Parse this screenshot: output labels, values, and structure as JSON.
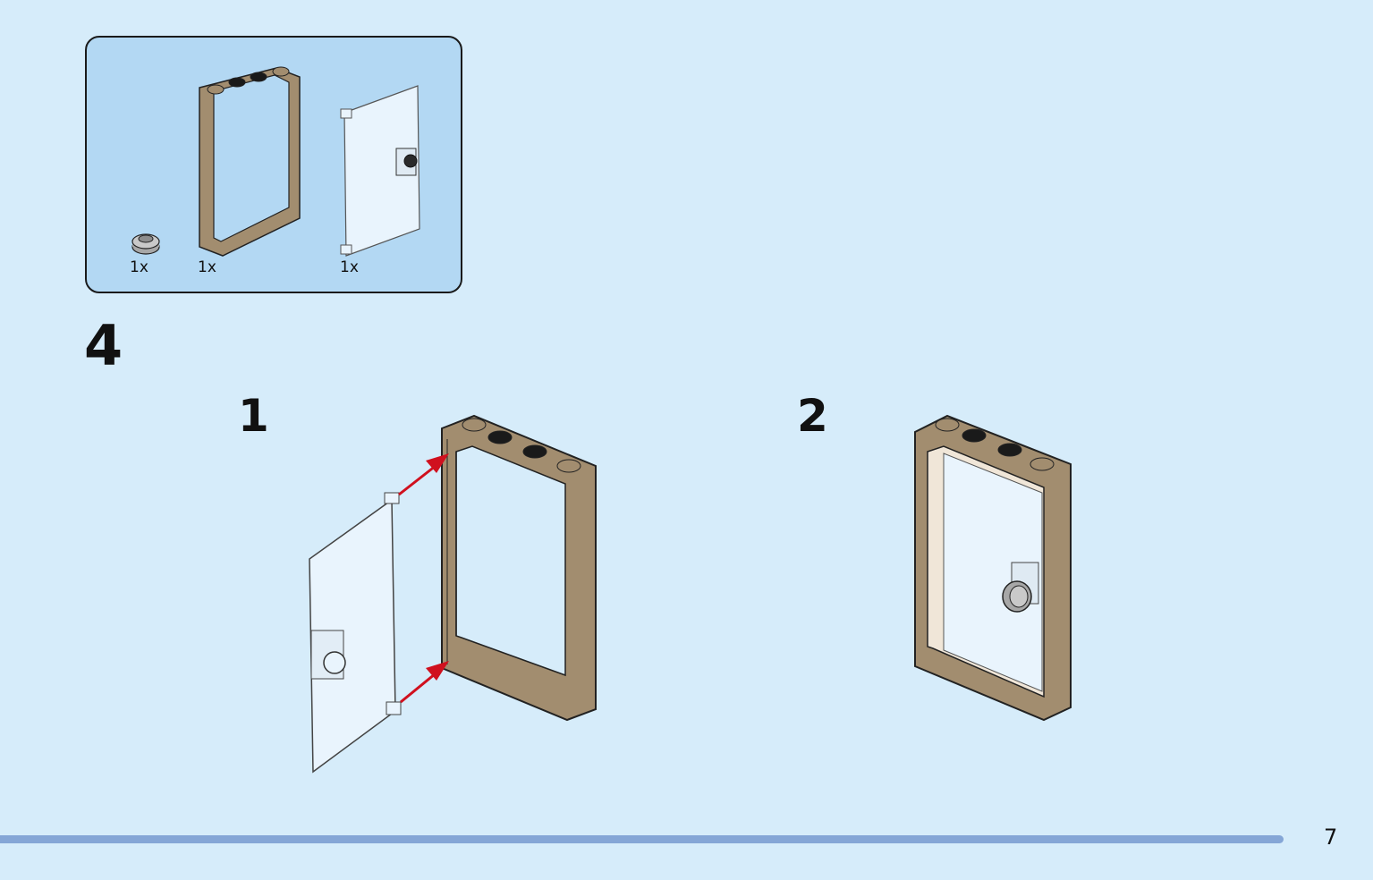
{
  "parts_list": {
    "items": [
      {
        "name": "round-plate-1x1",
        "quantity": "1x",
        "color": "#a7a7a7"
      },
      {
        "name": "door-frame",
        "quantity": "1x",
        "color": "#a28d6f"
      },
      {
        "name": "transparent-door",
        "quantity": "1x",
        "color": "#e9f4fd"
      }
    ]
  },
  "step": {
    "number": "4"
  },
  "substeps": [
    {
      "number": "1"
    },
    {
      "number": "2"
    }
  ],
  "colors": {
    "background": "#d6ecfa",
    "parts_box": "#b3d8f3",
    "frame_tan": "#a28d6f",
    "stud_black": "#1a1a1a",
    "arrow_red": "#d0101e",
    "footer_bar": "#85a6d6"
  },
  "page": {
    "number": "7"
  }
}
